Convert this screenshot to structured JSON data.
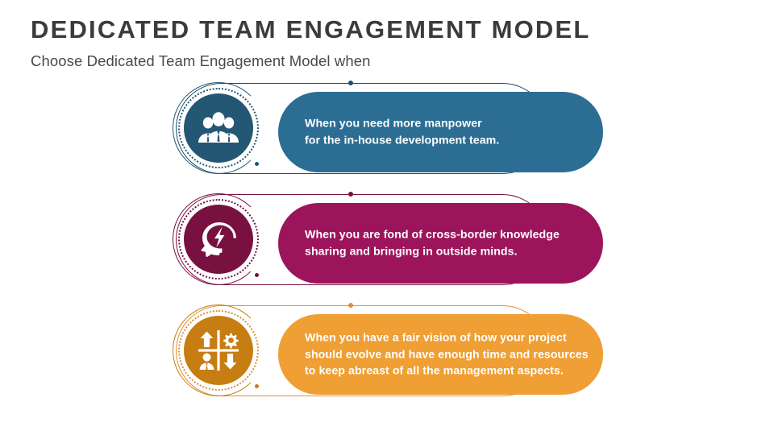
{
  "header": {
    "title": "DEDICATED TEAM ENGAGEMENT MODEL",
    "subtitle": "Choose Dedicated Team Engagement Model when"
  },
  "colors": {
    "title_text": "#3b3b3b",
    "subtitle_text": "#4a4a4a",
    "blue_pill": "#2c6e93",
    "blue_badge": "#235773",
    "magenta_pill": "#9c155c",
    "magenta_badge": "#78113f",
    "orange_pill": "#ef9f33",
    "orange_badge": "#c67d11",
    "pill_text": "#ffffff",
    "background": "#ffffff"
  },
  "rows": [
    {
      "id": "row-manpower",
      "accent": "#2c6e93",
      "icon_name": "team-group-icon",
      "lines": [
        "When you need more manpower",
        "for the in-house development team."
      ]
    },
    {
      "id": "row-knowledge",
      "accent": "#9c155c",
      "icon_name": "head-lightning-idea-icon",
      "lines": [
        "When you are fond of cross-border knowledge",
        "sharing and bringing in outside minds."
      ]
    },
    {
      "id": "row-vision",
      "accent": "#ef9f33",
      "icon_name": "management-quadrant-icon",
      "lines": [
        "When you have a fair vision of how your project",
        "should evolve and have enough time and resources",
        "to keep abreast of all the management aspects."
      ]
    }
  ]
}
